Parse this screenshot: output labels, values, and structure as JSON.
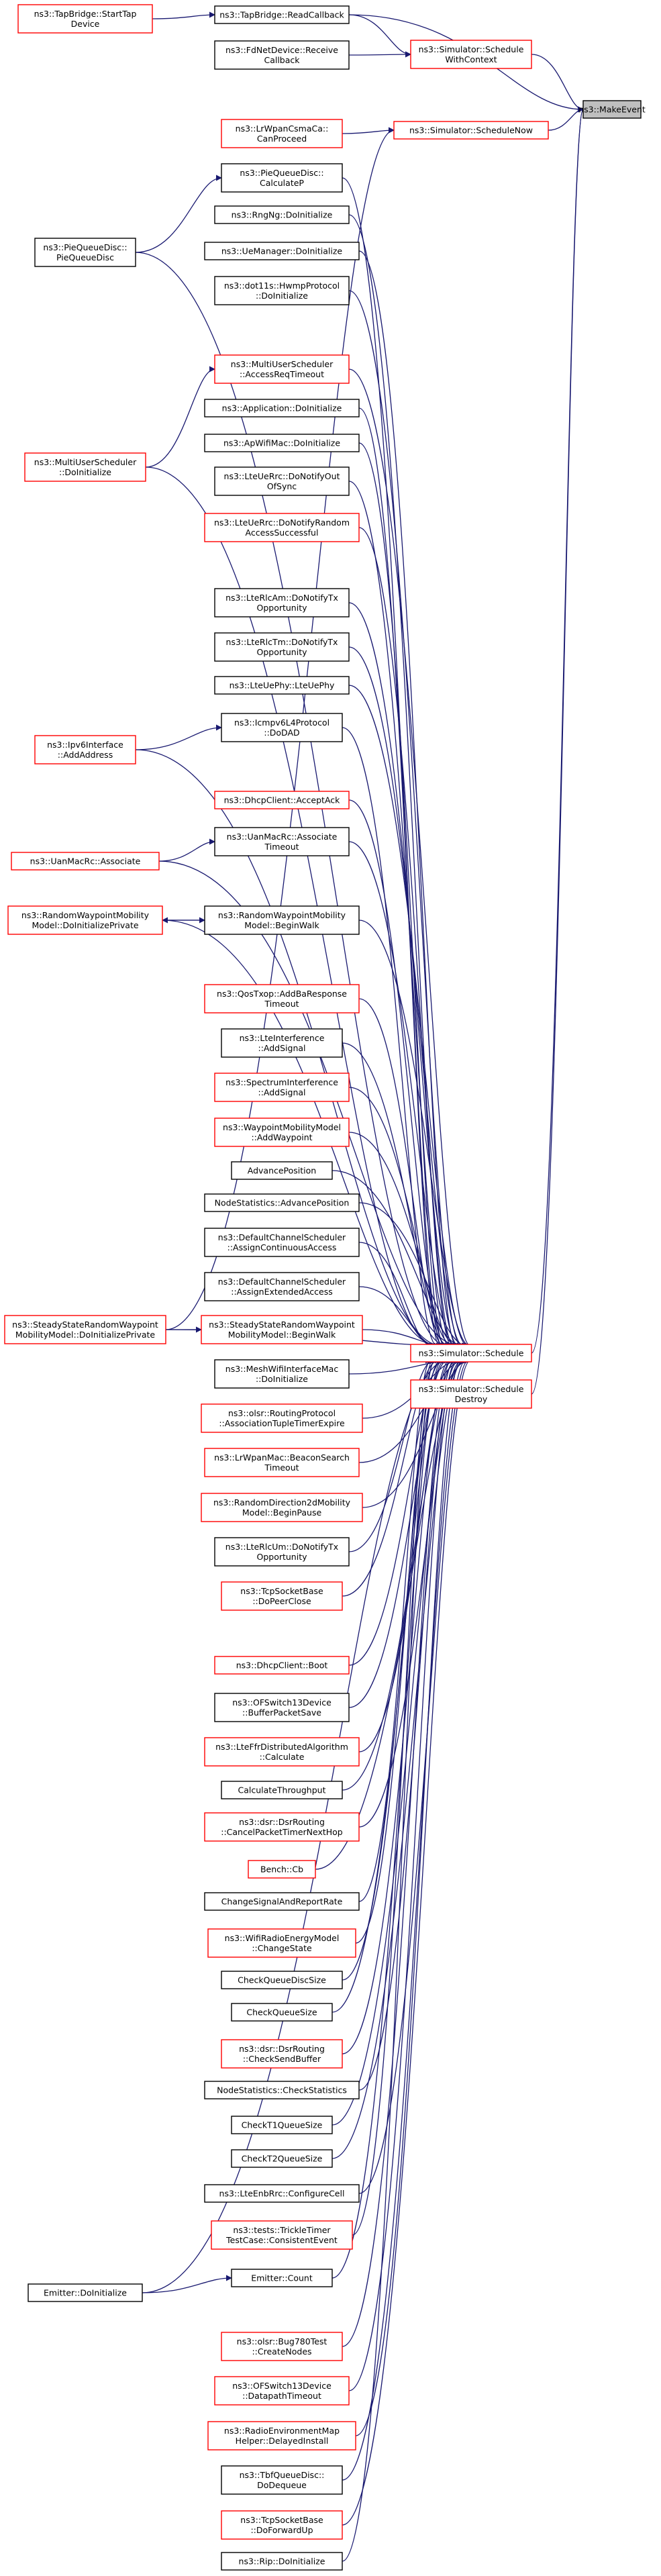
{
  "colors": {
    "edge": "#191970",
    "border_normal": "#000000",
    "border_truncated": "#ff0000",
    "fill_focus": "#bfbfbf",
    "fill_normal": "#ffffff"
  },
  "focus": "ns3::MakeEvent",
  "nodes": [
    {
      "id": "makeevent",
      "lines": [
        "ns3::MakeEvent"
      ],
      "style": "focus"
    },
    {
      "id": "tb_readcb",
      "lines": [
        "ns3::TapBridge::ReadCallback"
      ],
      "style": "normal"
    },
    {
      "id": "tb_starttap",
      "lines": [
        "ns3::TapBridge::StartTap",
        "Device"
      ],
      "style": "truncated"
    },
    {
      "id": "sched_ctx",
      "lines": [
        "ns3::Simulator::Schedule",
        "WithContext"
      ],
      "style": "truncated"
    },
    {
      "id": "fdnet_rcv",
      "lines": [
        "ns3::FdNetDevice::Receive",
        "Callback"
      ],
      "style": "normal"
    },
    {
      "id": "sched_now",
      "lines": [
        "ns3::Simulator::ScheduleNow"
      ],
      "style": "truncated"
    },
    {
      "id": "lrwpan_csma",
      "lines": [
        "ns3::LrWpanCsmaCa::",
        "CanProceed"
      ],
      "style": "truncated"
    },
    {
      "id": "pieq_calcp",
      "lines": [
        "ns3::PieQueueDisc::",
        "CalculateP"
      ],
      "style": "normal"
    },
    {
      "id": "pieq",
      "lines": [
        "ns3::PieQueueDisc::",
        "PieQueueDisc"
      ],
      "style": "normal"
    },
    {
      "id": "rng_init",
      "lines": [
        "ns3::RngNg::DoInitialize"
      ],
      "style": "normal"
    },
    {
      "id": "uemgr_init",
      "lines": [
        "ns3::UeManager::DoInitialize"
      ],
      "style": "normal"
    },
    {
      "id": "hwmp_init",
      "lines": [
        "ns3::dot11s::HwmpProtocol",
        "::DoInitialize"
      ],
      "style": "normal"
    },
    {
      "id": "mus_access",
      "lines": [
        "ns3::MultiUserScheduler",
        "::AccessReqTimeout"
      ],
      "style": "truncated"
    },
    {
      "id": "mus_init",
      "lines": [
        "ns3::MultiUserScheduler",
        "::DoInitialize"
      ],
      "style": "truncated"
    },
    {
      "id": "app_init",
      "lines": [
        "ns3::Application::DoInitialize"
      ],
      "style": "normal"
    },
    {
      "id": "apwifi_init",
      "lines": [
        "ns3::ApWifiMac::DoInitialize"
      ],
      "style": "normal"
    },
    {
      "id": "lteuerrc_sync",
      "lines": [
        "ns3::LteUeRrc::DoNotifyOut",
        "OfSync"
      ],
      "style": "normal"
    },
    {
      "id": "lteuerrc_ra",
      "lines": [
        "ns3::LteUeRrc::DoNotifyRandom",
        "AccessSuccessful"
      ],
      "style": "truncated"
    },
    {
      "id": "rlcam_tx",
      "lines": [
        "ns3::LteRlcAm::DoNotifyTx",
        "Opportunity"
      ],
      "style": "normal"
    },
    {
      "id": "rlctm_tx",
      "lines": [
        "ns3::LteRlcTm::DoNotifyTx",
        "Opportunity"
      ],
      "style": "normal"
    },
    {
      "id": "lteuephy",
      "lines": [
        "ns3::LteUePhy::LteUePhy"
      ],
      "style": "normal"
    },
    {
      "id": "icmpv6_dad",
      "lines": [
        "ns3::Icmpv6L4Protocol",
        "::DoDAD"
      ],
      "style": "normal"
    },
    {
      "id": "ipv6_addaddr",
      "lines": [
        "ns3::Ipv6Interface",
        "::AddAddress"
      ],
      "style": "truncated"
    },
    {
      "id": "dhcp_ack",
      "lines": [
        "ns3::DhcpClient::AcceptAck"
      ],
      "style": "truncated"
    },
    {
      "id": "uanmac_assoc_to",
      "lines": [
        "ns3::UanMacRc::Associate",
        "Timeout"
      ],
      "style": "normal"
    },
    {
      "id": "uanmac_assoc",
      "lines": [
        "ns3::UanMacRc::Associate"
      ],
      "style": "truncated"
    },
    {
      "id": "rwp_initpriv",
      "lines": [
        "ns3::RandomWaypointMobility",
        "Model::DoInitializePrivate"
      ],
      "style": "truncated"
    },
    {
      "id": "rwp_beginwalk",
      "lines": [
        "ns3::RandomWaypointMobility",
        "Model::BeginWalk"
      ],
      "style": "normal"
    },
    {
      "id": "qos_addba",
      "lines": [
        "ns3::QosTxop::AddBaResponse",
        "Timeout"
      ],
      "style": "truncated"
    },
    {
      "id": "lteint_add",
      "lines": [
        "ns3::LteInterference",
        "::AddSignal"
      ],
      "style": "normal"
    },
    {
      "id": "specint_add",
      "lines": [
        "ns3::SpectrumInterference",
        "::AddSignal"
      ],
      "style": "truncated"
    },
    {
      "id": "wpmob_addwp",
      "lines": [
        "ns3::WaypointMobilityModel",
        "::AddWaypoint"
      ],
      "style": "truncated"
    },
    {
      "id": "advpos",
      "lines": [
        "AdvancePosition"
      ],
      "style": "normal"
    },
    {
      "id": "nodestat_advpos",
      "lines": [
        "NodeStatistics::AdvancePosition"
      ],
      "style": "normal"
    },
    {
      "id": "dcs_cont",
      "lines": [
        "ns3::DefaultChannelScheduler",
        "::AssignContinuousAccess"
      ],
      "style": "normal"
    },
    {
      "id": "dcs_ext",
      "lines": [
        "ns3::DefaultChannelScheduler",
        "::AssignExtendedAccess"
      ],
      "style": "normal"
    },
    {
      "id": "sched",
      "lines": [
        "ns3::Simulator::Schedule"
      ],
      "style": "truncated"
    },
    {
      "id": "sched_destroy",
      "lines": [
        "ns3::Simulator::Schedule",
        "Destroy"
      ],
      "style": "truncated"
    },
    {
      "id": "ssrwp_initpriv",
      "lines": [
        "ns3::SteadyStateRandomWaypoint",
        "MobilityModel::DoInitializePrivate"
      ],
      "style": "truncated"
    },
    {
      "id": "ssrwp_beginwalk",
      "lines": [
        "ns3::SteadyStateRandomWaypoint",
        "MobilityModel::BeginWalk"
      ],
      "style": "truncated"
    },
    {
      "id": "meshwifi_init",
      "lines": [
        "ns3::MeshWifiInterfaceMac",
        "::DoInitialize"
      ],
      "style": "normal"
    },
    {
      "id": "olsr_assoc",
      "lines": [
        "ns3::olsr::RoutingProtocol",
        "::AssociationTupleTimerExpire"
      ],
      "style": "truncated"
    },
    {
      "id": "lrwpan_beacon",
      "lines": [
        "ns3::LrWpanMac::BeaconSearch",
        "Timeout"
      ],
      "style": "truncated"
    },
    {
      "id": "rd2d_pause",
      "lines": [
        "ns3::RandomDirection2dMobility",
        "Model::BeginPause"
      ],
      "style": "truncated"
    },
    {
      "id": "rlcum_tx",
      "lines": [
        "ns3::LteRlcUm::DoNotifyTx",
        "Opportunity"
      ],
      "style": "normal"
    },
    {
      "id": "tcpsock_peerclose",
      "lines": [
        "ns3::TcpSocketBase",
        "::DoPeerClose"
      ],
      "style": "truncated"
    },
    {
      "id": "dhcp_boot",
      "lines": [
        "ns3::DhcpClient::Boot"
      ],
      "style": "truncated"
    },
    {
      "id": "ofsw_bufsave",
      "lines": [
        "ns3::OFSwitch13Device",
        "::BufferPacketSave"
      ],
      "style": "normal"
    },
    {
      "id": "lteffr_calc",
      "lines": [
        "ns3::LteFfrDistributedAlgorithm",
        "::Calculate"
      ],
      "style": "truncated"
    },
    {
      "id": "calcthru",
      "lines": [
        "CalculateThroughput"
      ],
      "style": "normal"
    },
    {
      "id": "dsr_cancel",
      "lines": [
        "ns3::dsr::DsrRouting",
        "::CancelPacketTimerNextHop"
      ],
      "style": "truncated"
    },
    {
      "id": "bench_cb",
      "lines": [
        "Bench::Cb"
      ],
      "style": "truncated"
    },
    {
      "id": "changesig",
      "lines": [
        "ChangeSignalAndReportRate"
      ],
      "style": "normal"
    },
    {
      "id": "wifiradio_change",
      "lines": [
        "ns3::WifiRadioEnergyModel",
        "::ChangeState"
      ],
      "style": "truncated"
    },
    {
      "id": "chkqdisc",
      "lines": [
        "CheckQueueDiscSize"
      ],
      "style": "normal"
    },
    {
      "id": "chkq",
      "lines": [
        "CheckQueueSize"
      ],
      "style": "normal"
    },
    {
      "id": "dsr_chksend",
      "lines": [
        "ns3::dsr::DsrRouting",
        "::CheckSendBuffer"
      ],
      "style": "truncated"
    },
    {
      "id": "nodestat_chkstat",
      "lines": [
        "NodeStatistics::CheckStatistics"
      ],
      "style": "normal"
    },
    {
      "id": "chkt1",
      "lines": [
        "CheckT1QueueSize"
      ],
      "style": "normal"
    },
    {
      "id": "chkt2",
      "lines": [
        "CheckT2QueueSize"
      ],
      "style": "normal"
    },
    {
      "id": "lteenbrrc_cfg",
      "lines": [
        "ns3::LteEnbRrc::ConfigureCell"
      ],
      "style": "normal"
    },
    {
      "id": "trickle",
      "lines": [
        "ns3::tests::TrickleTimer",
        "TestCase::ConsistentEvent"
      ],
      "style": "truncated"
    },
    {
      "id": "emitter_count",
      "lines": [
        "Emitter::Count"
      ],
      "style": "normal"
    },
    {
      "id": "emitter_init",
      "lines": [
        "Emitter::DoInitialize"
      ],
      "style": "normal"
    },
    {
      "id": "olsr_bug",
      "lines": [
        "ns3::olsr::Bug780Test",
        "::CreateNodes"
      ],
      "style": "truncated"
    },
    {
      "id": "ofsw_dptimeout",
      "lines": [
        "ns3::OFSwitch13Device",
        "::DatapathTimeout"
      ],
      "style": "truncated"
    },
    {
      "id": "radioenv",
      "lines": [
        "ns3::RadioEnvironmentMap",
        "Helper::DelayedInstall"
      ],
      "style": "truncated"
    },
    {
      "id": "tbfq_deq",
      "lines": [
        "ns3::TbfQueueDisc::",
        "DoDequeue"
      ],
      "style": "normal"
    },
    {
      "id": "tcpsock_fwd",
      "lines": [
        "ns3::TcpSocketBase",
        "::DoForwardUp"
      ],
      "style": "truncated"
    },
    {
      "id": "rip_init",
      "lines": [
        "ns3::Rip::DoInitialize"
      ],
      "style": "normal"
    }
  ],
  "edges": [
    [
      "tb_readcb",
      "makeevent"
    ],
    [
      "tb_starttap",
      "tb_readcb"
    ],
    [
      "sched_ctx",
      "makeevent"
    ],
    [
      "tb_readcb",
      "sched_ctx"
    ],
    [
      "fdnet_rcv",
      "sched_ctx"
    ],
    [
      "sched_now",
      "makeevent"
    ],
    [
      "lrwpan_csma",
      "sched_now"
    ],
    [
      "ssrwp_initpriv",
      "sched_now"
    ],
    [
      "sched",
      "makeevent"
    ],
    [
      "sched_destroy",
      "makeevent"
    ],
    [
      "pieq",
      "pieq_calcp"
    ],
    [
      "pieq_calcp",
      "sched"
    ],
    [
      "pieq",
      "sched"
    ],
    [
      "rng_init",
      "sched"
    ],
    [
      "uemgr_init",
      "sched"
    ],
    [
      "hwmp_init",
      "sched"
    ],
    [
      "mus_init",
      "mus_access"
    ],
    [
      "mus_access",
      "sched"
    ],
    [
      "mus_init",
      "sched"
    ],
    [
      "app_init",
      "sched"
    ],
    [
      "apwifi_init",
      "sched"
    ],
    [
      "lteuerrc_sync",
      "sched"
    ],
    [
      "lteuerrc_ra",
      "sched"
    ],
    [
      "rlcam_tx",
      "sched"
    ],
    [
      "rlctm_tx",
      "sched"
    ],
    [
      "lteuephy",
      "sched"
    ],
    [
      "ipv6_addaddr",
      "icmpv6_dad"
    ],
    [
      "icmpv6_dad",
      "sched"
    ],
    [
      "ipv6_addaddr",
      "sched"
    ],
    [
      "dhcp_ack",
      "sched"
    ],
    [
      "uanmac_assoc",
      "uanmac_assoc_to"
    ],
    [
      "uanmac_assoc_to",
      "sched"
    ],
    [
      "uanmac_assoc",
      "sched"
    ],
    [
      "rwp_initpriv",
      "rwp_beginwalk"
    ],
    [
      "rwp_beginwalk",
      "sched"
    ],
    [
      "rwp_beginwalk",
      "rwp_initpriv"
    ],
    [
      "rwp_initpriv",
      "sched"
    ],
    [
      "qos_addba",
      "sched"
    ],
    [
      "lteint_add",
      "sched"
    ],
    [
      "specint_add",
      "sched"
    ],
    [
      "wpmob_addwp",
      "sched"
    ],
    [
      "advpos",
      "sched"
    ],
    [
      "nodestat_advpos",
      "sched"
    ],
    [
      "dcs_cont",
      "sched"
    ],
    [
      "dcs_ext",
      "sched"
    ],
    [
      "ssrwp_initpriv",
      "ssrwp_beginwalk"
    ],
    [
      "ssrwp_beginwalk",
      "sched"
    ],
    [
      "ssrwp_initpriv",
      "sched"
    ],
    [
      "meshwifi_init",
      "sched"
    ],
    [
      "olsr_assoc",
      "sched"
    ],
    [
      "lrwpan_beacon",
      "sched"
    ],
    [
      "rd2d_pause",
      "sched"
    ],
    [
      "rlcum_tx",
      "sched"
    ],
    [
      "tcpsock_peerclose",
      "sched"
    ],
    [
      "dhcp_boot",
      "sched"
    ],
    [
      "ofsw_bufsave",
      "sched"
    ],
    [
      "lteffr_calc",
      "sched"
    ],
    [
      "calcthru",
      "sched"
    ],
    [
      "dsr_cancel",
      "sched"
    ],
    [
      "bench_cb",
      "sched"
    ],
    [
      "changesig",
      "sched"
    ],
    [
      "wifiradio_change",
      "sched"
    ],
    [
      "chkqdisc",
      "sched"
    ],
    [
      "chkq",
      "sched"
    ],
    [
      "dsr_chksend",
      "sched"
    ],
    [
      "nodestat_chkstat",
      "sched"
    ],
    [
      "chkt1",
      "sched"
    ],
    [
      "chkt2",
      "sched"
    ],
    [
      "lteenbrrc_cfg",
      "sched"
    ],
    [
      "trickle",
      "sched"
    ],
    [
      "emitter_init",
      "emitter_count"
    ],
    [
      "emitter_count",
      "sched"
    ],
    [
      "emitter_init",
      "sched"
    ],
    [
      "olsr_bug",
      "sched"
    ],
    [
      "ofsw_dptimeout",
      "sched"
    ],
    [
      "radioenv",
      "sched"
    ],
    [
      "tbfq_deq",
      "sched"
    ],
    [
      "tcpsock_fwd",
      "sched"
    ],
    [
      "rip_init",
      "sched"
    ]
  ]
}
